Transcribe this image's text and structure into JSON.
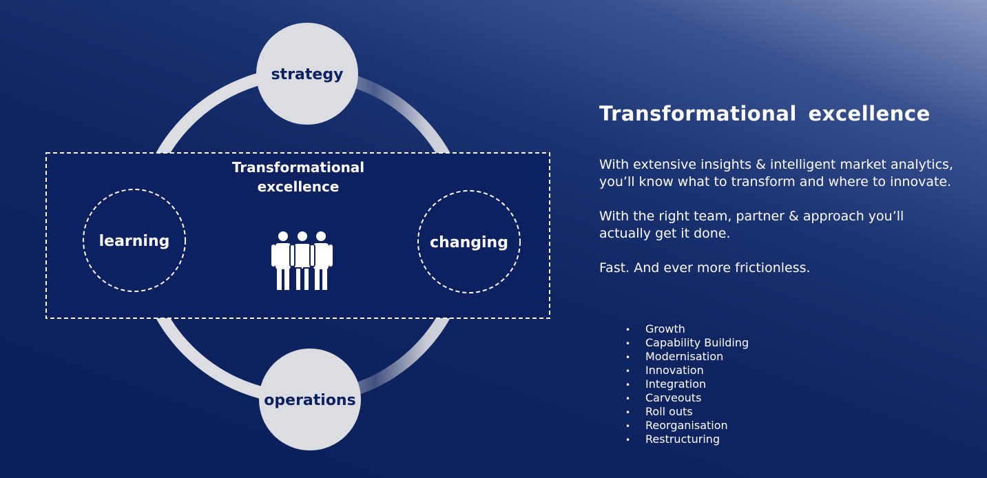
{
  "diagram": {
    "nodes": {
      "top": "strategy",
      "bottom": "operations",
      "left": "learning",
      "right": "changing"
    },
    "center_title_line1": "Transformational",
    "center_title_line2": "excellence",
    "center_icon": "people-group-icon"
  },
  "panel": {
    "headline": "Transformational excellence",
    "paragraph1": "With extensive insights & intelligent market analytics, you’ll know what to transform and where to innovate.",
    "paragraph2": "With the right team, partner & approach you’ll actually get it done.",
    "paragraph3": "Fast. And ever more frictionless.",
    "bullet_marker": "•",
    "bullets": [
      "Growth",
      "Capability Building",
      "Modernisation",
      "Innovation",
      "Integration",
      "Carveouts",
      "Roll outs",
      "Reorganisation",
      "Restructuring"
    ]
  },
  "colors": {
    "background": "#0b1f5a",
    "node_fill": "#dcdde2",
    "node_text": "#0d2160",
    "accent_text": "#ffffff"
  }
}
